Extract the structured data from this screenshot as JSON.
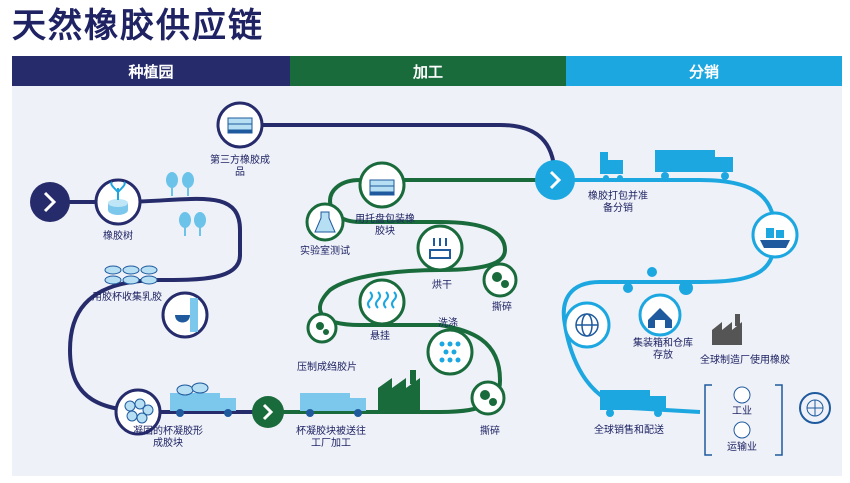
{
  "title": "天然橡胶供应链",
  "phases": {
    "plantation": "种植园",
    "processing": "加工",
    "distribution": "分销"
  },
  "steps": {
    "third_party": [
      "第三方橡胶成",
      "品"
    ],
    "rubber_tree": "橡胶树",
    "latex_collect": "用胶杯收集乳胶",
    "cup_lump": [
      "凝固的杯凝胶形",
      "成胶块"
    ],
    "transport_factory": [
      "杯凝胶块被送往",
      "工厂加工"
    ],
    "pallet_pack": [
      "用托盘包装橡",
      "胶块"
    ],
    "lab_test": "实验室测试",
    "dry": "烘干",
    "shred1": "撕碎",
    "hang": "悬挂",
    "wash": "洗涤",
    "press_sheets": "压制成绉胶片",
    "shred2": "撕碎",
    "pack_dist": [
      "橡胶打包并准",
      "备分销"
    ],
    "container_store": [
      "集装箱和仓库",
      "存放"
    ],
    "global_mfg": "全球制造厂使用橡胶",
    "global_sales": "全球销售和配送",
    "industry": "工业",
    "transport": "运输业"
  },
  "colors": {
    "navy": "#262b6b",
    "green": "#1a6b3c",
    "blue": "#1da7e0",
    "light_panel": "#eef1f8"
  }
}
